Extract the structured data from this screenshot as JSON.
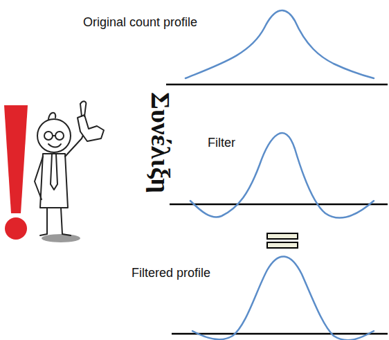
{
  "diagram": {
    "labels": [
      "Original count profile",
      "Συνέλιξη",
      "Filter",
      "Filtered profile"
    ]
  }
}
